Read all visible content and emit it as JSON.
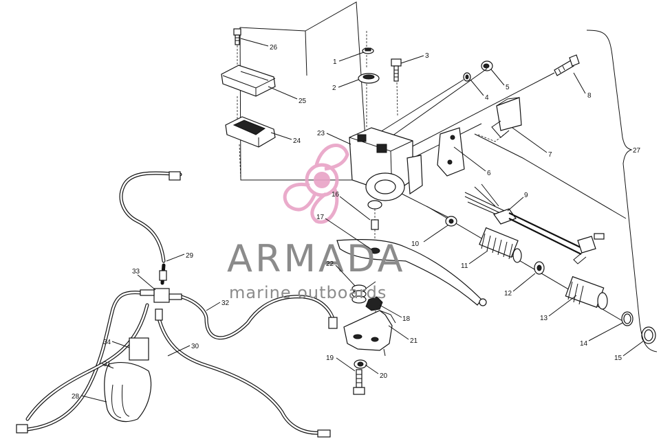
{
  "watermark": {
    "brand": "ARMADA",
    "tagline": "marine outboards",
    "logo_color": "#e8a3c6",
    "text_color": "#8b8b8b"
  },
  "callouts": [
    {
      "id": "1",
      "label": "1"
    },
    {
      "id": "2",
      "label": "2"
    },
    {
      "id": "3",
      "label": "3"
    },
    {
      "id": "4",
      "label": "4"
    },
    {
      "id": "5",
      "label": "5"
    },
    {
      "id": "6",
      "label": "6"
    },
    {
      "id": "7",
      "label": "7"
    },
    {
      "id": "8",
      "label": "8"
    },
    {
      "id": "9",
      "label": "9"
    },
    {
      "id": "10",
      "label": "10"
    },
    {
      "id": "11",
      "label": "11"
    },
    {
      "id": "12",
      "label": "12"
    },
    {
      "id": "13",
      "label": "13"
    },
    {
      "id": "14",
      "label": "14"
    },
    {
      "id": "15",
      "label": "15"
    },
    {
      "id": "16",
      "label": "16"
    },
    {
      "id": "17",
      "label": "17"
    },
    {
      "id": "18",
      "label": "18"
    },
    {
      "id": "19",
      "label": "19"
    },
    {
      "id": "20",
      "label": "20"
    },
    {
      "id": "21",
      "label": "21"
    },
    {
      "id": "22",
      "label": "22"
    },
    {
      "id": "23",
      "label": "23"
    },
    {
      "id": "24",
      "label": "24"
    },
    {
      "id": "25",
      "label": "25"
    },
    {
      "id": "26",
      "label": "26"
    },
    {
      "id": "27",
      "label": "27"
    },
    {
      "id": "28",
      "label": "28"
    },
    {
      "id": "29",
      "label": "29"
    },
    {
      "id": "30",
      "label": "30"
    },
    {
      "id": "31",
      "label": "31"
    },
    {
      "id": "32",
      "label": "32"
    },
    {
      "id": "33",
      "label": "33"
    },
    {
      "id": "34",
      "label": "34"
    }
  ]
}
